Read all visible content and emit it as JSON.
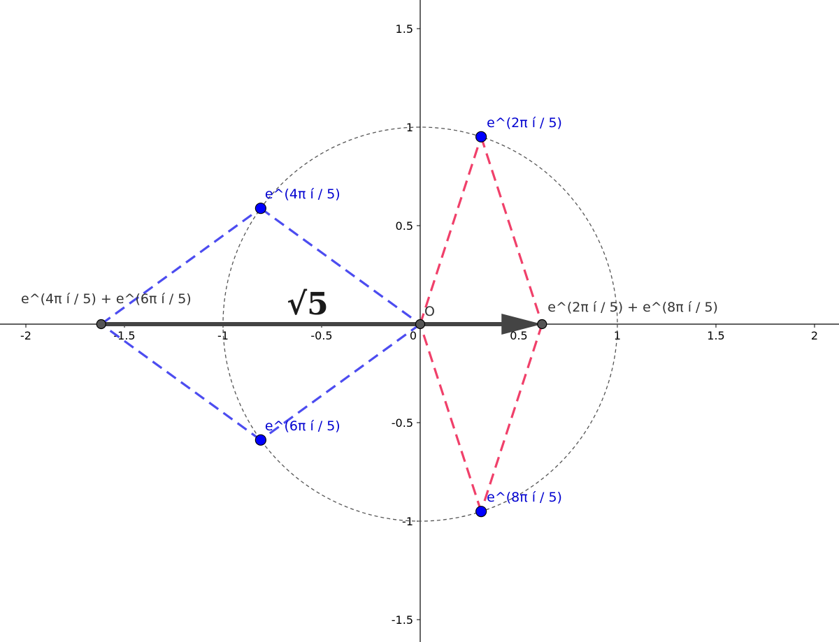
{
  "chart_data": {
    "type": "geometry",
    "x_axis": {
      "range": [
        -2.13,
        2.13
      ],
      "ticks": [
        -2,
        -1.5,
        -1,
        -0.5,
        0,
        0.5,
        1,
        1.5,
        2
      ],
      "tick_labels": [
        "-2",
        "-1.5",
        "-1",
        "-0.5",
        "0",
        "0.5",
        "1",
        "1.5",
        "2"
      ]
    },
    "y_axis": {
      "range": [
        -1.61,
        1.65
      ],
      "ticks": [
        -1.5,
        -1,
        -0.5,
        0.5,
        1,
        1.5
      ],
      "tick_labels": [
        "-1.5",
        "-1",
        "-0.5",
        "0.5",
        "1",
        "1.5"
      ]
    },
    "grid": false,
    "unit_circle": {
      "center": [
        0,
        0
      ],
      "radius": 1,
      "color": "#555555"
    },
    "roots": [
      {
        "label": "e^(2π í / 5)",
        "x": 0.309,
        "y": 0.951
      },
      {
        "label": "e^(4π í / 5)",
        "x": -0.809,
        "y": 0.588
      },
      {
        "label": "e^(6π í / 5)",
        "x": -0.809,
        "y": -0.588
      },
      {
        "label": "e^(8π í / 5)",
        "x": 0.309,
        "y": -0.951
      }
    ],
    "sum_points": [
      {
        "label": "e^(4π í / 5) + e^(6π í / 5)",
        "x": -1.618,
        "y": 0
      },
      {
        "label": "e^(2π í / 5) + e^(8π í / 5)",
        "x": 0.618,
        "y": 0
      }
    ],
    "origin": {
      "label": "O",
      "x": 0,
      "y": 0
    },
    "vector": {
      "from": [
        -1.618,
        0
      ],
      "to": [
        0.618,
        0
      ],
      "label": "√5"
    },
    "colors": {
      "blue": "#4c4cf0",
      "red": "#f0406a",
      "point_blue": "#0000ff",
      "point_gray": "#555555",
      "vector": "#444444",
      "label_blue": "#0000d0",
      "label_gray": "#333333"
    }
  }
}
